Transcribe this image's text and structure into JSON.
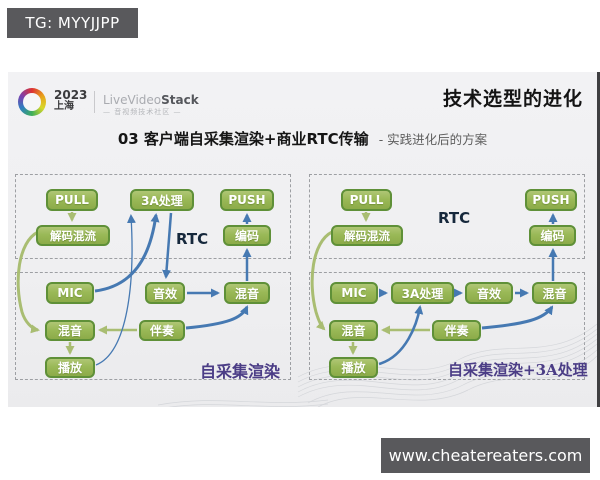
{
  "overlays": {
    "top_watermark": "TG: MYYJJPP",
    "bottom_watermark": "www.cheatereaters.com"
  },
  "header": {
    "logo_year": "2023",
    "logo_city": "上海",
    "brand_light": "LiveVideo",
    "brand_bold": "Stack",
    "brand_tagline": "— 音视频技术社区 —",
    "title": "技术选型的进化"
  },
  "subtitle": {
    "bold": "03 客户端自采集渲染+商业RTC传输",
    "light": "- 实践进化后的方案"
  },
  "left_diagram": {
    "rtc_label": "RTC",
    "caption": "自采集渲染",
    "nodes": {
      "pull": "PULL",
      "a3": "3A处理",
      "push": "PUSH",
      "decode": "解码混流",
      "encode": "编码",
      "mic": "MIC",
      "effect": "音效",
      "mix_top": "混音",
      "mix_left": "混音",
      "accomp": "伴奏",
      "play": "播放"
    },
    "edges": [
      {
        "from": "PULL",
        "to": "解码混流"
      },
      {
        "from": "解码混流",
        "to": "混音(左)"
      },
      {
        "from": "MIC",
        "to": "3A处理"
      },
      {
        "from": "3A处理",
        "to": "音效"
      },
      {
        "from": "音效",
        "to": "混音"
      },
      {
        "from": "伴奏",
        "to": "混音(左)"
      },
      {
        "from": "伴奏",
        "to": "混音"
      },
      {
        "from": "混音(左)",
        "to": "播放"
      },
      {
        "from": "播放",
        "to": "3A处理"
      },
      {
        "from": "混音",
        "to": "编码"
      },
      {
        "from": "编码",
        "to": "PUSH"
      }
    ]
  },
  "right_diagram": {
    "rtc_label": "RTC",
    "caption": "自采集渲染+3A处理",
    "nodes": {
      "pull": "PULL",
      "push": "PUSH",
      "decode": "解码混流",
      "encode": "编码",
      "mic": "MIC",
      "a3": "3A处理",
      "effect": "音效",
      "mix_top": "混音",
      "mix_left": "混音",
      "accomp": "伴奏",
      "play": "播放"
    },
    "edges": [
      {
        "from": "PULL",
        "to": "解码混流"
      },
      {
        "from": "解码混流",
        "to": "混音(左)"
      },
      {
        "from": "MIC",
        "to": "3A处理"
      },
      {
        "from": "3A处理",
        "to": "音效"
      },
      {
        "from": "音效",
        "to": "混音"
      },
      {
        "from": "伴奏",
        "to": "混音(左)"
      },
      {
        "from": "伴奏",
        "to": "混音"
      },
      {
        "from": "混音(左)",
        "to": "播放"
      },
      {
        "from": "播放",
        "to": "3A处理"
      },
      {
        "from": "混音",
        "to": "编码"
      },
      {
        "from": "编码",
        "to": "PUSH"
      }
    ]
  },
  "colors": {
    "node_fill": "#9ab957",
    "node_border": "#5f9038",
    "arrow_blue": "#4679b2",
    "arrow_olive": "#a9bd72",
    "caption_purple": "#4b3d86",
    "badge_gray": "#59595c"
  }
}
